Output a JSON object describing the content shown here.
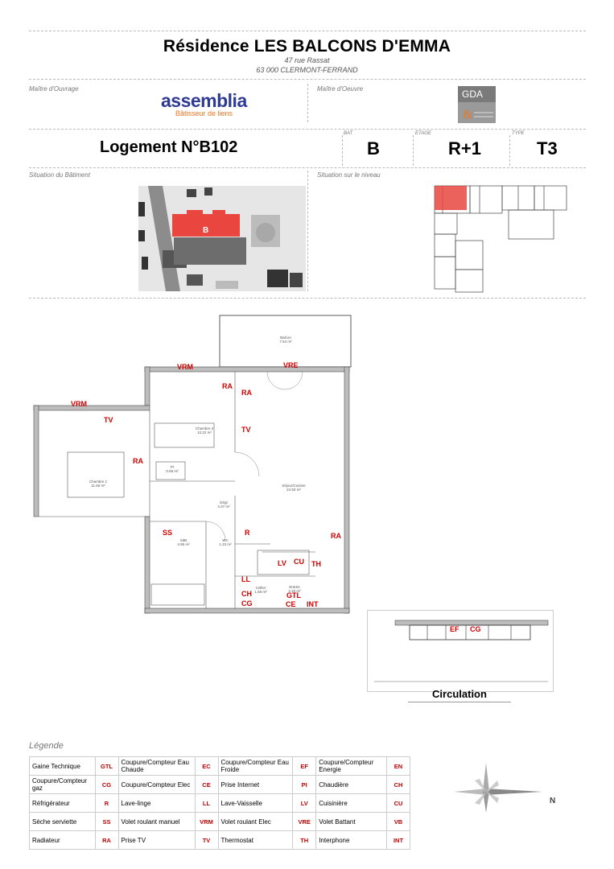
{
  "header": {
    "title": "Résidence LES BALCONS D'EMMA",
    "address_line1": "47 rue Rassat",
    "address_line2": "63 000 CLERMONT-FERRAND"
  },
  "parties": {
    "owner_label": "Maître d'Ouvrage",
    "owner_logo_name": "assemblia",
    "owner_logo_tagline": "Bâtisseur de liens",
    "architect_label": "Maître d'Oeuvre",
    "architect_logo_name": "GDA"
  },
  "unit": {
    "title": "Logement N°B102",
    "bat_label": "BAT",
    "bat_value": "B",
    "etage_label": "ETAGE",
    "etage_value": "R+1",
    "type_label": "TYPE",
    "type_value": "T3"
  },
  "situation": {
    "building_label": "Situation du Bâtiment",
    "level_label": "Situation sur le niveau",
    "building_marker": "B"
  },
  "plan_codes": {
    "vrm_top": "VRM",
    "vre_top": "VRE",
    "ra_top1": "RA",
    "ra_top2": "RA",
    "vrm_left": "VRM",
    "tv_left": "TV",
    "tv_mid": "TV",
    "ra_left": "RA",
    "ra_right": "RA",
    "ss": "SS",
    "r": "R",
    "lv": "LV",
    "cu": "CU",
    "th": "TH",
    "ll": "LL",
    "ch": "CH",
    "cg": "CG",
    "gtl": "GTL",
    "ce": "CE",
    "int": "INT"
  },
  "rooms": {
    "balcon": "Balcon",
    "balcon_area": "7.54 m²",
    "chambre2": "Chambre 2",
    "chambre2_area": "10.22 m²",
    "chambre1": "Chambre 1",
    "chambre1_area": "11.50 m²",
    "placard": "Pl",
    "placard_area": "0.65 m²",
    "sejour": "Séjour/Cuisine",
    "sejour_area": "24.93 m²",
    "degt": "Dégt",
    "degt_area": "4.37 m²",
    "sdb": "SdB",
    "sdb_area": "4.95 m²",
    "wc": "WC",
    "wc_area": "1.23 m²",
    "cellier": "Cellier",
    "cellier_area": "1.56 m²",
    "entree": "Entrée",
    "entree_area": "2.33 m²"
  },
  "circulation": {
    "title": "Circulation",
    "ef": "EF",
    "cg": "CG"
  },
  "compass": {
    "north": "N"
  },
  "legend": {
    "title": "Légende",
    "rows": [
      [
        [
          "Gaine Technique",
          "GTL"
        ],
        [
          "Coupure/Compteur Eau Chaude",
          "EC"
        ],
        [
          "Coupure/Compteur Eau Froide",
          "EF"
        ],
        [
          "Coupure/Compteur Energie",
          "EN"
        ]
      ],
      [
        [
          "Coupure/Compteur gaz",
          "CG"
        ],
        [
          "Coupure/Compteur Elec",
          "CE"
        ],
        [
          "Prise Internet",
          "PI"
        ],
        [
          "Chaudière",
          "CH"
        ]
      ],
      [
        [
          "Réfrigérateur",
          "R"
        ],
        [
          "Lave-linge",
          "LL"
        ],
        [
          "Lave-Vaisselle",
          "LV"
        ],
        [
          "Cuisinière",
          "CU"
        ]
      ],
      [
        [
          "Sèche serviette",
          "SS"
        ],
        [
          "Volet roulant manuel",
          "VRM"
        ],
        [
          "Volet roulant Elec",
          "VRE"
        ],
        [
          "Volet Battant",
          "VB"
        ]
      ],
      [
        [
          "Radiateur",
          "RA"
        ],
        [
          "Prise TV",
          "TV"
        ],
        [
          "Thermostat",
          "TH"
        ],
        [
          "Interphone",
          "INT"
        ]
      ]
    ]
  },
  "colors": {
    "accent_red": "#d00000",
    "highlight_red": "#e8463f",
    "assemblia_blue": "#2f3b93",
    "assemblia_orange": "#e87722"
  }
}
